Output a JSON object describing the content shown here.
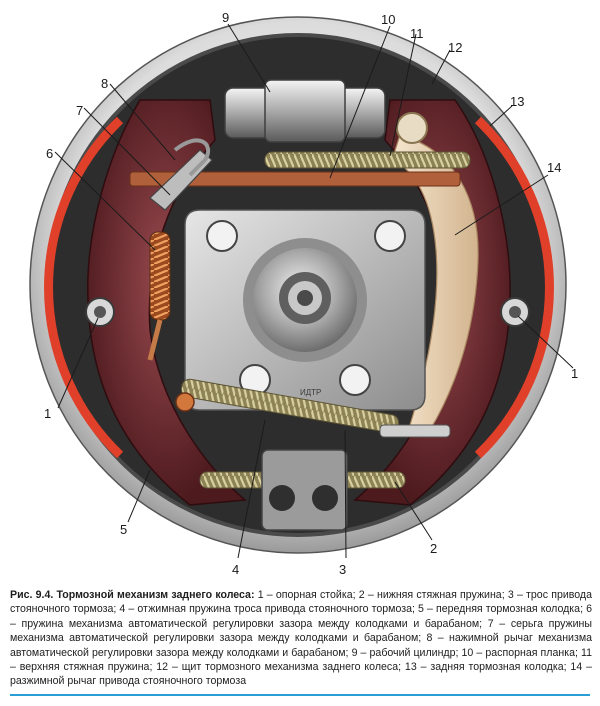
{
  "callouts": [
    "1",
    "2",
    "3",
    "4",
    "5",
    "6",
    "7",
    "8",
    "9",
    "10",
    "11",
    "12",
    "13",
    "14",
    "1"
  ],
  "stamp_text": "ИДТР",
  "caption": {
    "lead": "Рис. 9.4. Тормозной механизм заднего колеса:",
    "body": " 1 – опорная стойка; 2 – нижняя стяжная пружина; 3 – трос привода стояночного тормоза; 4 – отжимная пружина троса привода стояночного тормоза; 5 – передняя тормозная колодка; 6 – пружина механизма автоматической регулировки зазора между колодками и барабаном; 7 – серьга пружины механизма автоматической регулировки зазора между колодками и барабаном; 8 – нажимной рычаг механизма автоматической регулировки зазора между колодками и барабаном; 9 – рабочий цилиндр; 10 – распорная планка; 11 – верхняя стяжная пружина; 12 – щит тормозного механизма заднего колеса; 13 – задняя тормозная колодка; 14 – разжимной рычаг привода стояночного тормоза"
  },
  "colors": {
    "rule": "#2a9fd6",
    "lining": "#e0402a",
    "shoe": "#6b2a2e",
    "plate": "#b9b9b9",
    "lever": "#e9d2b4"
  }
}
